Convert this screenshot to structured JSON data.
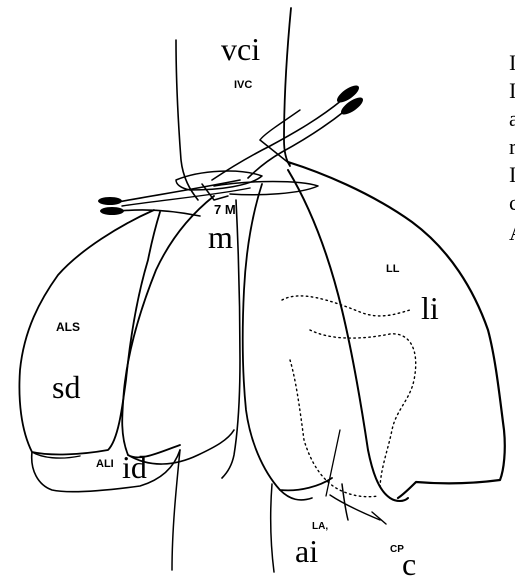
{
  "labels": {
    "vci": "vci",
    "ivc": "IVC",
    "m_num": "7 M",
    "m": "m",
    "ll": "LL",
    "li": "li",
    "als": "ALS",
    "sd": "sd",
    "ali": "ALI",
    "id": "id",
    "la": "LA,",
    "ai": "ai",
    "cp": "CP",
    "c": "c"
  },
  "right_margin_text": [
    "I",
    "I",
    "a",
    "r",
    "I",
    "c",
    "A"
  ]
}
